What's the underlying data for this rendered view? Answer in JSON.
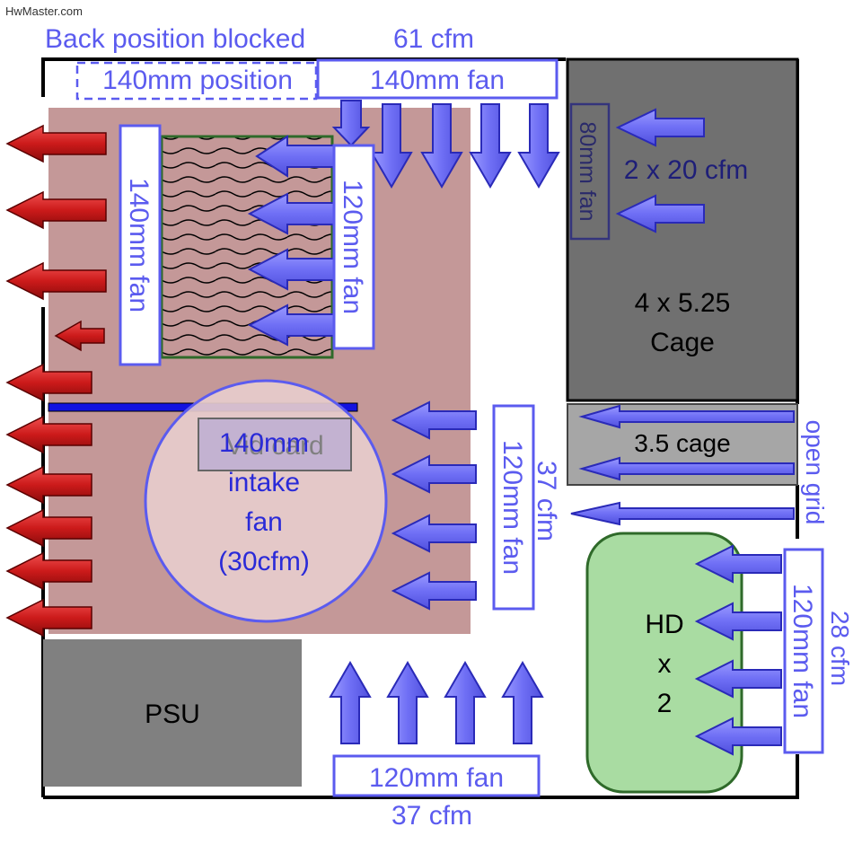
{
  "watermark": "HwMaster.com",
  "colors": {
    "airflow": "#6f6ff5",
    "airflow_dark": "#3838c8",
    "label_blue": "#5b5bef",
    "exhaust_red": "#cc1a1a",
    "motherboard": "#c49898",
    "cage_dark": "#707070",
    "cage_light": "#a6a6a6",
    "psu": "#808080",
    "hd_green": "#a9dca2",
    "hd_border": "#2f6a2a",
    "gpu_bar": "#1212e0",
    "intake_circle": "#e6cccc"
  },
  "labels": {
    "back_blocked": "Back position blocked",
    "top_cfm": "61 cfm",
    "top_140_position": "140mm position",
    "top_140_fan": "140mm fan",
    "rear_140_fan": "140mm fan",
    "radiator_120_fan": "120mm fan",
    "fan_80": "80mm fan",
    "fan_80_cfm": "2 x 20 cfm",
    "cage_525_line1": "4 x 5.25",
    "cage_525_line2": "Cage",
    "cage_35": "3.5 cage",
    "open_grid": "open grid",
    "mid_120_fan": "120mm fan",
    "mid_cfm": "37 cfm",
    "vid_card": "Vid card",
    "intake_line1": "140mm",
    "intake_line2": "intake",
    "intake_line3": "fan",
    "intake_line4": "(30cfm)",
    "hd_line1": "HD",
    "hd_line2": "x",
    "hd_line3": "2",
    "hd_120_fan": "120mm fan",
    "hd_cfm": "28 cfm",
    "psu": "PSU",
    "bottom_120_fan": "120mm fan",
    "bottom_cfm": "37 cfm"
  }
}
